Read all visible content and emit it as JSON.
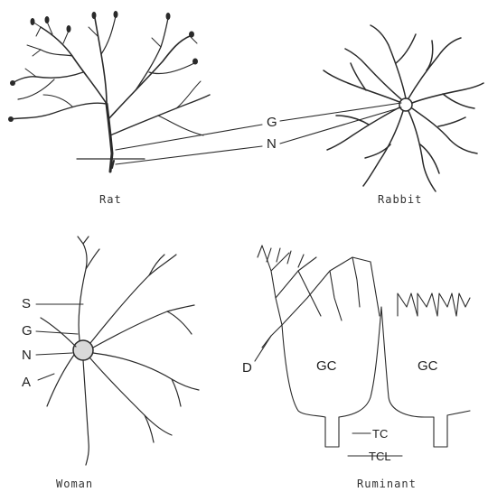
{
  "panels": {
    "rat": {
      "caption": "Rat"
    },
    "rabbit": {
      "caption": "Rabbit"
    },
    "woman": {
      "caption": "Woman"
    },
    "ruminant": {
      "caption": "Ruminant"
    }
  },
  "top_labels": {
    "g": "G",
    "n": "N"
  },
  "woman_labels": {
    "s": "S",
    "g": "G",
    "n": "N",
    "a": "A"
  },
  "ruminant_labels": {
    "d": "D",
    "gc_left": "GC",
    "gc_right": "GC",
    "tc": "TC",
    "tcl": "TCL"
  }
}
